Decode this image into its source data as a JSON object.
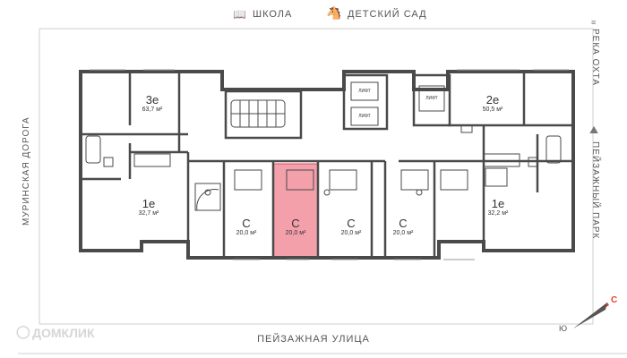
{
  "landmarks": {
    "school": "ШКОЛА",
    "kindergarten": "ДЕТСКИЙ САД",
    "river": "РЕКА ОХТА",
    "park": "ПЕЙЗАЖНЫЙ ПАРК",
    "road_left": "МУРИНСКАЯ ДОРОГА",
    "street_bottom": "ПЕЙЗАЖНАЯ УЛИЦА"
  },
  "apartments": [
    {
      "id": "3e-left",
      "type": "3е",
      "area": "63,7 м²",
      "highlighted": false
    },
    {
      "id": "1e-left",
      "type": "1е",
      "area": "32,7 м²",
      "highlighted": false
    },
    {
      "id": "c1",
      "type": "С",
      "area": "20,0 м²",
      "highlighted": false
    },
    {
      "id": "c2",
      "type": "С",
      "area": "20,0 м²",
      "highlighted": true
    },
    {
      "id": "c3",
      "type": "С",
      "area": "20,0 м²",
      "highlighted": false
    },
    {
      "id": "c4",
      "type": "С",
      "area": "20,0 м²",
      "highlighted": false
    },
    {
      "id": "1e-right",
      "type": "1е",
      "area": "32,2 м²",
      "highlighted": false
    },
    {
      "id": "2e-right",
      "type": "2е",
      "area": "50,5 м²",
      "highlighted": false
    }
  ],
  "lifts": [
    "ЛИФТ",
    "ЛИФТ",
    "ЛИФТ"
  ],
  "compass": {
    "north": "С",
    "south": "Ю"
  },
  "watermark": "ДОМКЛИК",
  "colors": {
    "wall": "#4a4a4a",
    "highlight": "#f3a0ab",
    "highlight_border": "#d9485f",
    "compass_north": "#e0412b",
    "compass_south": "#555555"
  }
}
